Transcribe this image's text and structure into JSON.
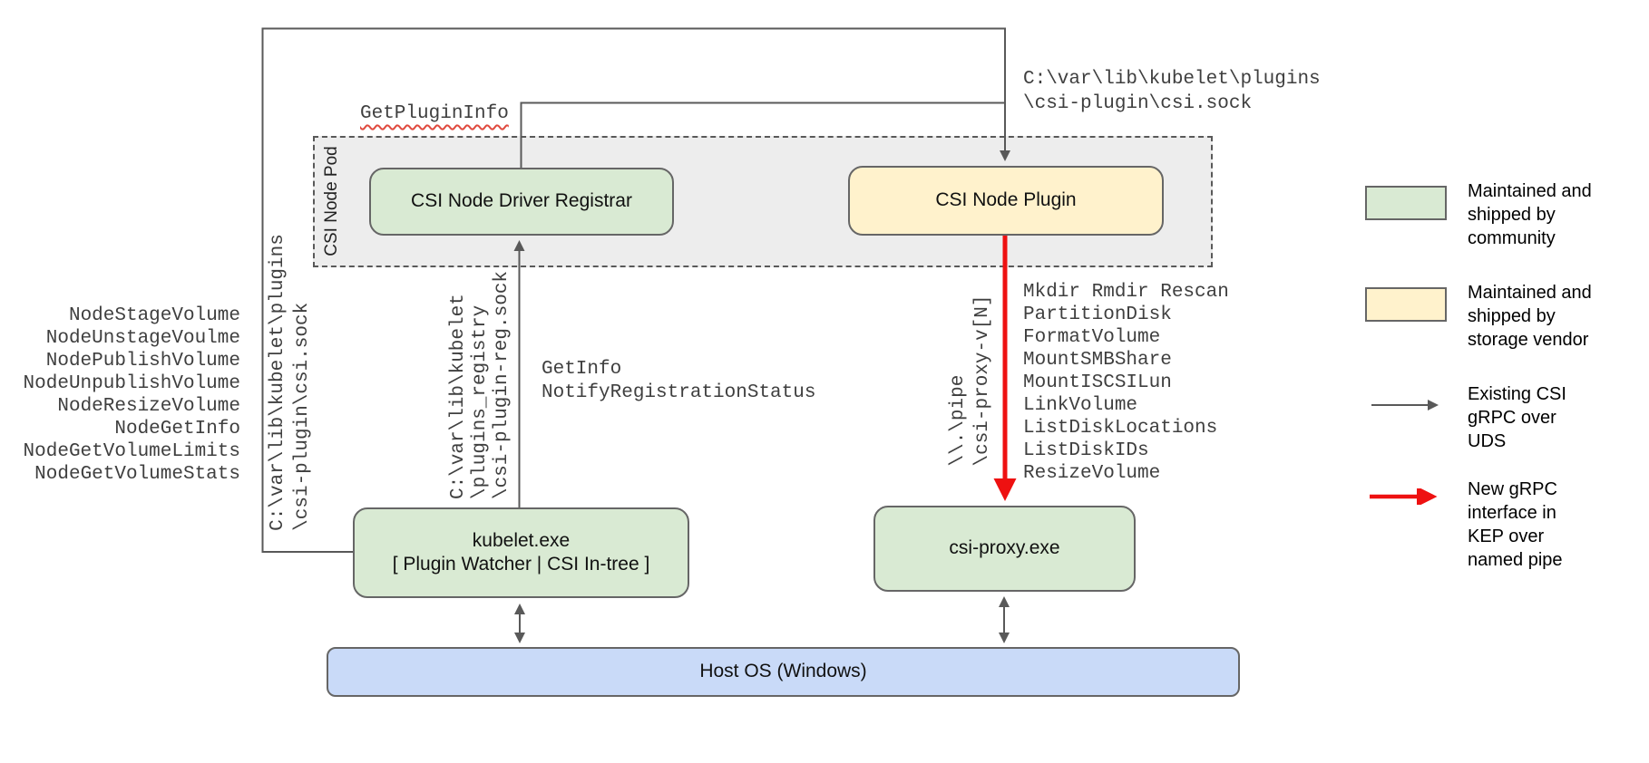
{
  "pod": {
    "label": "CSI Node Pod"
  },
  "boxes": {
    "registrar": "CSI Node Driver Registrar",
    "plugin": "CSI Node Plugin",
    "kubelet_line1": "kubelet.exe",
    "kubelet_line2": "[ Plugin Watcher | CSI In-tree ]",
    "csi_proxy": "csi-proxy.exe",
    "host_os": "Host OS (Windows)"
  },
  "labels": {
    "get_plugin_info": "GetPluginInfo",
    "csi_sock_path": [
      "C:\\var\\lib\\kubelet\\plugins",
      "\\csi-plugin\\csi.sock"
    ],
    "csi_sock_path_rotated": [
      "C:\\var\\lib\\kubelet\\plugins",
      "\\csi-plugin\\csi.sock"
    ],
    "registry_sock_path": [
      "C:\\var\\lib\\kubelet",
      "\\plugins_registry",
      "\\csi-plugin-reg.sock"
    ],
    "named_pipe": [
      "\\\\.\\pipe",
      "\\csi-proxy-v[N]"
    ],
    "node_rpc_calls": [
      "NodeStageVolume",
      "NodeUnstageVoulme",
      "NodePublishVolume",
      "NodeUnpublishVolume",
      "NodeResizeVolume",
      "NodeGetInfo",
      "NodeGetVolumeLimits",
      "NodeGetVolumeStats"
    ],
    "registration_calls": [
      "GetInfo",
      "NotifyRegistrationStatus"
    ],
    "proxy_api_calls": [
      "Mkdir Rmdir Rescan",
      "PartitionDisk",
      "FormatVolume",
      "MountSMBShare",
      "MountISCSILun",
      "LinkVolume",
      "ListDiskLocations",
      "ListDiskIDs",
      "ResizeVolume"
    ]
  },
  "legend": {
    "community": [
      "Maintained and",
      "shipped by",
      "community"
    ],
    "vendor": [
      "Maintained and",
      "shipped by",
      "storage vendor"
    ],
    "uds": [
      "Existing CSI",
      "gRPC over",
      "UDS"
    ],
    "pipe": [
      "New gRPC",
      "interface in",
      "KEP over",
      "named pipe"
    ]
  },
  "colors": {
    "community_green": "#d9ead3",
    "vendor_yellow": "#fff2cc",
    "host_blue": "#c9daf8",
    "pod_gray": "#ededed",
    "line_gray": "#595959",
    "arrow_red": "#ee1111"
  }
}
